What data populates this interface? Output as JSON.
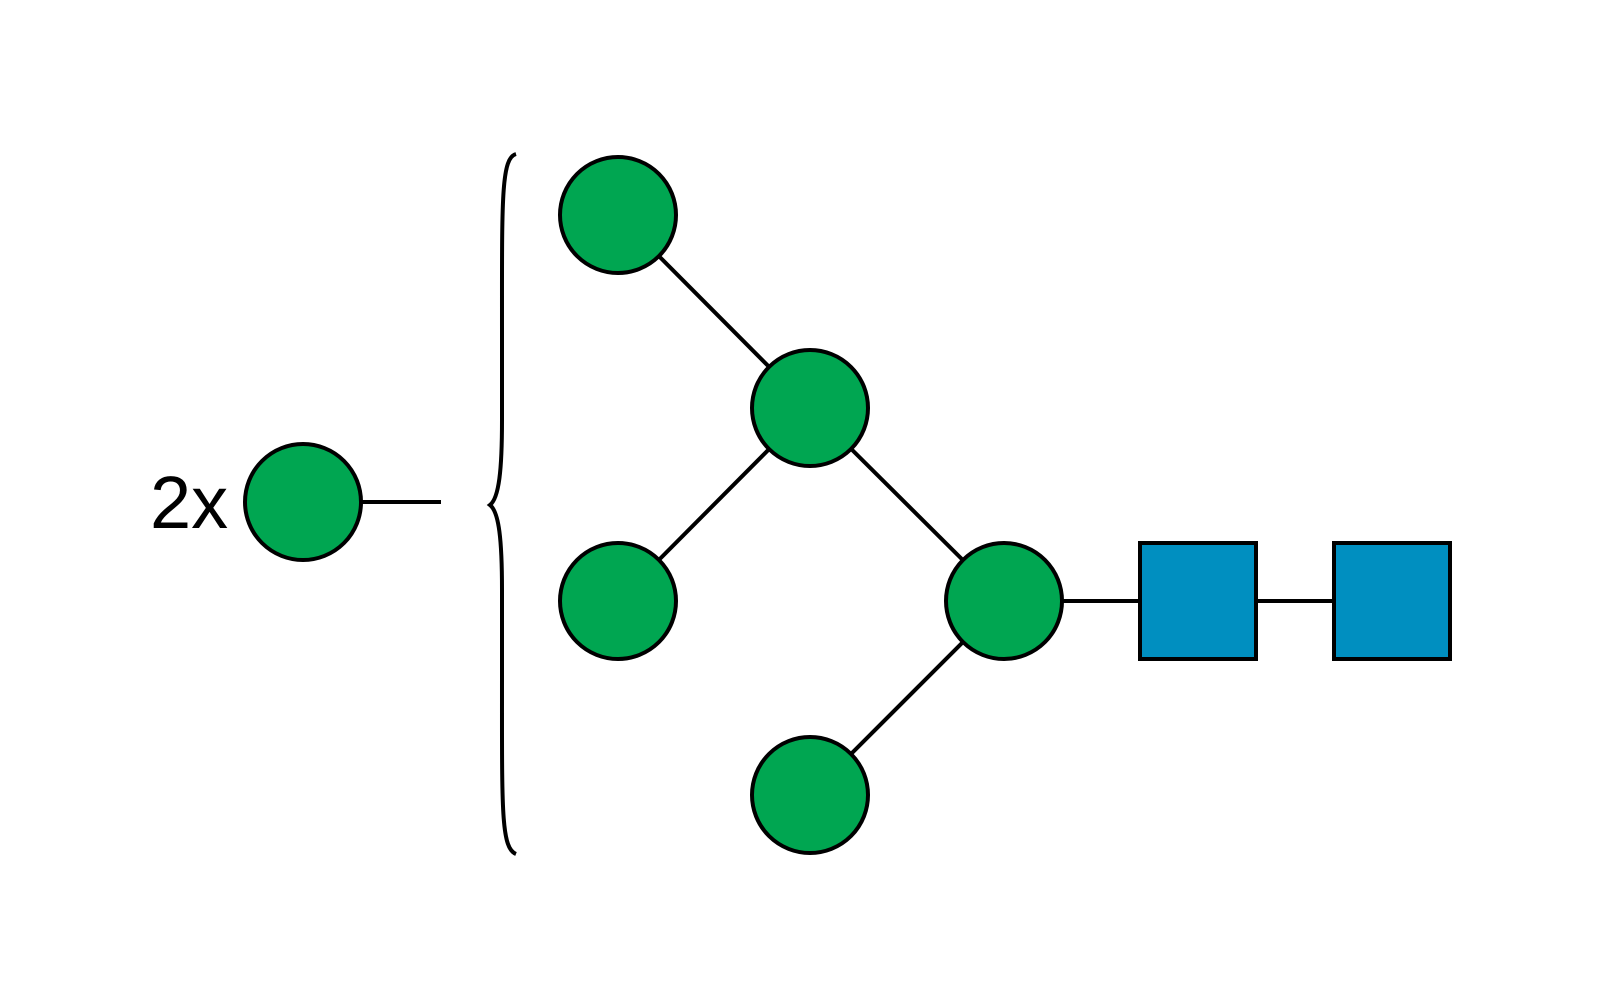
{
  "diagram": {
    "multiplier_label": "2x",
    "colors": {
      "circle_fill": "#00a651",
      "square_fill": "#008fc0",
      "outline": "#000000",
      "background": "#ffffff"
    },
    "residues": {
      "antenna_top": "green-circle",
      "antenna_middle": "green-circle",
      "branch_mid": "green-circle",
      "antenna_bottom": "green-circle",
      "branch_core": "green-circle",
      "root_square_1": "blue-square",
      "root_square_2": "blue-square",
      "repeat_unit": "green-circle"
    }
  }
}
